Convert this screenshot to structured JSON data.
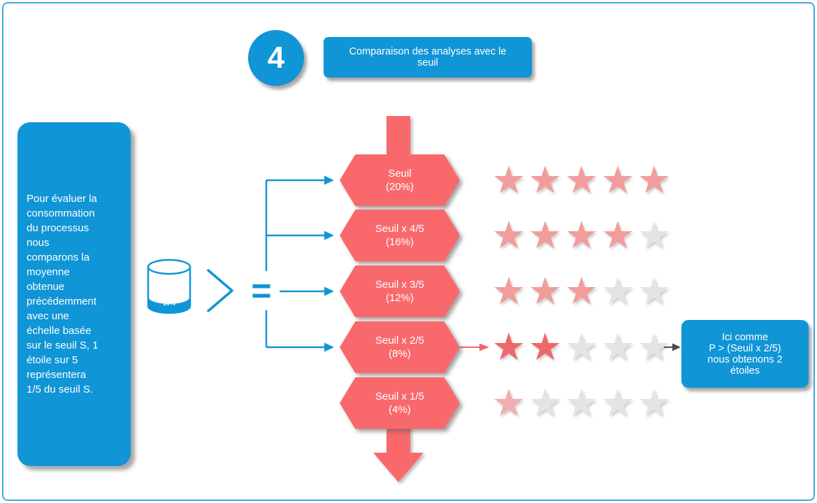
{
  "step": {
    "number": "4",
    "title": "Comparaison des analyses avec le\nseuil"
  },
  "description": {
    "text": "Pour évaluer la\nconsommation\ndu processus\nnous\ncomparons la\nmoyenne\nobtenue\nprécédemment\n avec une\néchelle basée\nsur le seuil S, 1\nétoile sur 5\nreprésentera\n1/5 du seuil S."
  },
  "database": {
    "label": "10%"
  },
  "operators": {
    "greater": ">",
    "equals": "="
  },
  "scale": {
    "stars_total": 5,
    "rows": [
      {
        "label": "Seuil",
        "value": "(20%)",
        "stars": 5,
        "fill": "#f29c9c"
      },
      {
        "label": "Seuil x 4/5",
        "value": "(16%)",
        "stars": 4,
        "fill": "#f29c9c"
      },
      {
        "label": "Seuil x 3/5",
        "value": "(12%)",
        "stars": 3,
        "fill": "#f29c9c"
      },
      {
        "label": "Seuil x 2/5",
        "value": "(8%)",
        "stars": 2,
        "fill": "#ee686b"
      },
      {
        "label": "Seuil x 1/5",
        "value": "(4%)",
        "stars": 1,
        "fill": "#f2adad"
      }
    ]
  },
  "callout": {
    "text": "Ici comme\nP > (Seuil x 2/5)\nnous obtenons 2\nétoiles"
  },
  "icons": {
    "star": "★"
  },
  "colors": {
    "blue": "#1095d6",
    "red": "#f9696c",
    "star_empty": "#e4e4e4"
  }
}
